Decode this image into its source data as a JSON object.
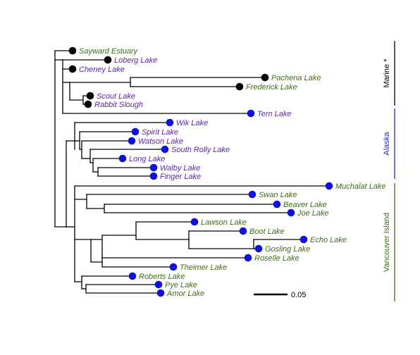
{
  "colors": {
    "background": "#ffffff",
    "branch": "#000000",
    "label_green": "#3f6b1a",
    "label_purple": "#5b1fa8",
    "dot_black": "#000000",
    "dot_blue": "#1010e0",
    "bracket_black": "#000000",
    "bracket_blue": "#2222cc",
    "bracket_green": "#3f6b1a"
  },
  "tips": [
    {
      "label": "Sayward Estuary",
      "color": "green",
      "dot": "black"
    },
    {
      "label": "Loberg Lake",
      "color": "purple",
      "dot": "black"
    },
    {
      "label": "Cheney Lake",
      "color": "purple",
      "dot": "black"
    },
    {
      "label": "Pachena Lake",
      "color": "green",
      "dot": "black"
    },
    {
      "label": "Frederick Lake",
      "color": "green",
      "dot": "black"
    },
    {
      "label": "Scout Lake",
      "color": "purple",
      "dot": "black"
    },
    {
      "label": "Rabbit Slough",
      "color": "purple",
      "dot": "black"
    },
    {
      "label": "Tern Lake",
      "color": "purple",
      "dot": "blue"
    },
    {
      "label": "Wik Lake",
      "color": "purple",
      "dot": "blue"
    },
    {
      "label": "Spirit Lake",
      "color": "purple",
      "dot": "blue"
    },
    {
      "label": "Watson Lake",
      "color": "purple",
      "dot": "blue"
    },
    {
      "label": "South Rolly Lake",
      "color": "purple",
      "dot": "blue"
    },
    {
      "label": "Long Lake",
      "color": "purple",
      "dot": "blue"
    },
    {
      "label": "Walby Lake",
      "color": "purple",
      "dot": "blue"
    },
    {
      "label": "Finger Lake",
      "color": "purple",
      "dot": "blue"
    },
    {
      "label": "Muchalat Lake",
      "color": "green",
      "dot": "blue"
    },
    {
      "label": "Swan Lake",
      "color": "green",
      "dot": "blue"
    },
    {
      "label": "Beaver Lake",
      "color": "green",
      "dot": "blue"
    },
    {
      "label": "Joe Lake",
      "color": "green",
      "dot": "blue"
    },
    {
      "label": "Lawson Lake",
      "color": "green",
      "dot": "blue"
    },
    {
      "label": "Boot Lake",
      "color": "green",
      "dot": "blue"
    },
    {
      "label": "Echo Lake",
      "color": "green",
      "dot": "blue"
    },
    {
      "label": "Gosling Lake",
      "color": "green",
      "dot": "blue"
    },
    {
      "label": "Roselle Lake",
      "color": "green",
      "dot": "blue"
    },
    {
      "label": "Theimer Lake",
      "color": "green",
      "dot": "blue"
    },
    {
      "label": "Roberts Lake",
      "color": "green",
      "dot": "blue"
    },
    {
      "label": "Pye Lake",
      "color": "green",
      "dot": "blue"
    },
    {
      "label": "Amor Lake",
      "color": "green",
      "dot": "blue"
    }
  ],
  "clades": [
    {
      "label": "Marine *",
      "color": "black"
    },
    {
      "label": "Alaska",
      "color": "blue"
    },
    {
      "label": "Vancouver Island",
      "color": "green"
    }
  ],
  "scale_bar": {
    "label": "0.05",
    "value": 0.05
  }
}
